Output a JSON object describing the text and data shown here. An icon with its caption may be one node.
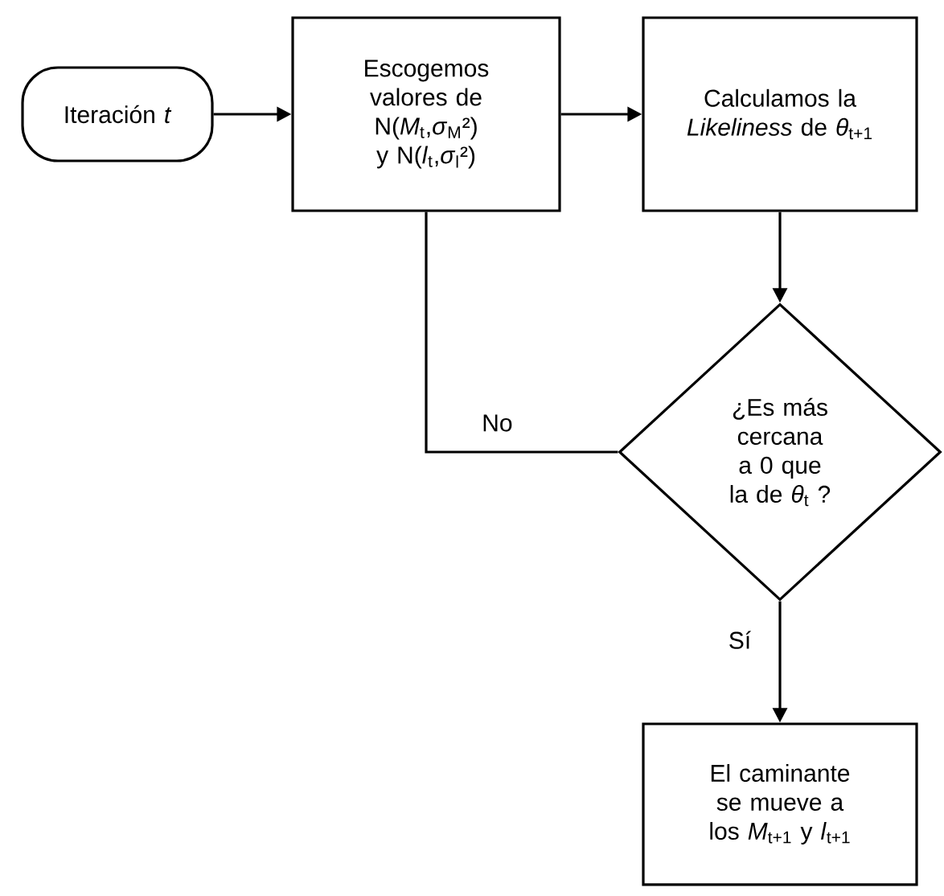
{
  "diagram": {
    "nodes": [
      {
        "text": [
          "Iteración *t*"
        ]
      },
      {
        "text": [
          "Escogemos valores de N(*M*$_{t}$,*σ*$_{M}$²) y N(*l*$_{t}$,*σ*$_{l}$²)"
        ]
      },
      {
        "text": [
          "Calculamos la *Likeliness* de *θ*$_{t+1}$"
        ]
      },
      {
        "text": [
          "¿Es más cercana a 0 que la de *θ*$_{t}$ ?"
        ]
      },
      {
        "text": [
          "El caminante se mueve a los *M*$_{t+1}$ y *l*$_{t+1}$"
        ]
      }
    ],
    "edges": [
      {
        "from": 0,
        "to": 1,
        "arrow": "to"
      },
      {
        "from": 1,
        "to": 2,
        "arrow": "to"
      },
      {
        "from": 2,
        "to": 3,
        "arrow": "to"
      },
      {
        "from": 3,
        "to": 1,
        "arrow": "none",
        "label": "No"
      },
      {
        "from": 3,
        "to": 4,
        "arrow": "to",
        "label": "Sí"
      }
    ]
  }
}
